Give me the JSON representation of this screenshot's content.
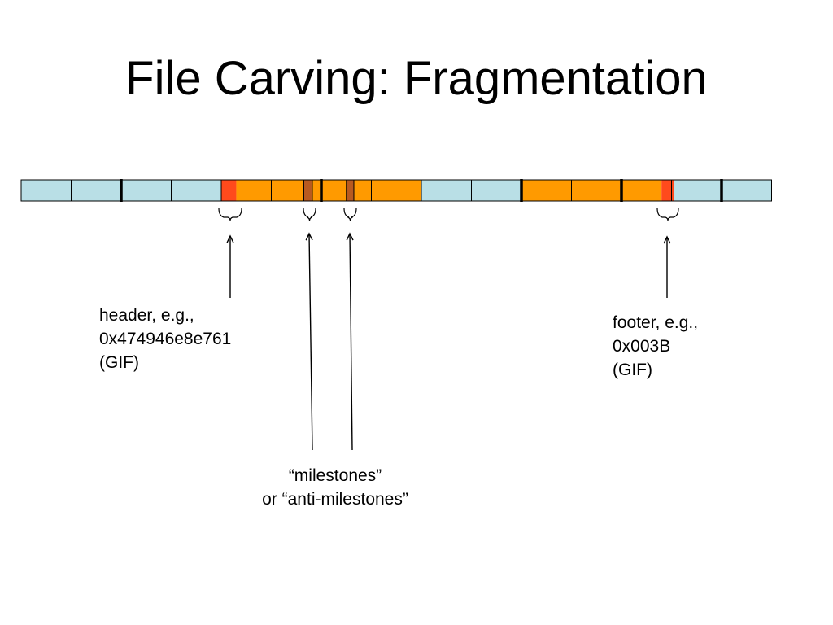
{
  "title": "File Carving: Fragmentation",
  "colors": {
    "cluster_free": "#b9dfe6",
    "cluster_file": "#ff9a00",
    "header_footer": "#ff4a1c",
    "milestone": "#b85a20",
    "line": "#000000"
  },
  "strip": {
    "boundaries": [
      0,
      1,
      2,
      3,
      4,
      5,
      6,
      7,
      8,
      9,
      10,
      11,
      12,
      13,
      14,
      15
    ],
    "fragment_breaks": [
      2,
      6,
      10,
      12,
      14
    ],
    "segments": [
      {
        "start": 0,
        "end": 4,
        "kind": "free"
      },
      {
        "start": 4,
        "end": 4.3,
        "kind": "header"
      },
      {
        "start": 4.3,
        "end": 5.65,
        "kind": "file"
      },
      {
        "start": 5.65,
        "end": 5.82,
        "kind": "milestone"
      },
      {
        "start": 5.82,
        "end": 6.5,
        "kind": "file"
      },
      {
        "start": 6.5,
        "end": 6.65,
        "kind": "milestone"
      },
      {
        "start": 6.65,
        "end": 8,
        "kind": "file"
      },
      {
        "start": 8,
        "end": 10,
        "kind": "free"
      },
      {
        "start": 10,
        "end": 12.8,
        "kind": "file"
      },
      {
        "start": 12.8,
        "end": 13.05,
        "kind": "footer"
      },
      {
        "start": 13.05,
        "end": 15,
        "kind": "free"
      }
    ]
  },
  "header": {
    "lines": [
      "header, e.g.,",
      "0x474946e8e761",
      "(GIF)"
    ]
  },
  "footer": {
    "lines": [
      "footer, e.g.,",
      "0x003B",
      "(GIF)"
    ]
  },
  "milestones": {
    "lines": [
      "“milestones”",
      "or “anti-milestones”"
    ]
  }
}
